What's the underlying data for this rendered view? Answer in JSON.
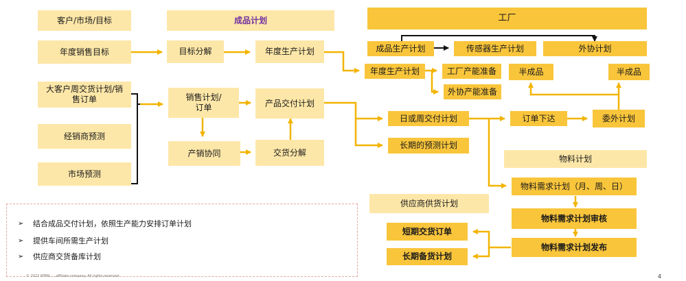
{
  "headers": {
    "customer_market": "客户/市场/目标",
    "finished_plan": "成品计划",
    "factory": "工厂",
    "material_plan": "物料计划",
    "supplier_plan": "供应商供货计划"
  },
  "left": {
    "annual_sales_target": "年度销售目标",
    "key_account_weekly": "大客户周交货计划/销售订单",
    "distributor_forecast": "经销商预测",
    "market_forecast": "市场预测"
  },
  "middle": {
    "target_breakdown": "目标分解",
    "annual_production_plan": "年度生产计划",
    "sales_plan_order": "销售计划/订单",
    "product_delivery_plan": "产品交付计划",
    "sop": "产销协同",
    "delivery_breakdown": "交货分解"
  },
  "factory": {
    "finished_production_plan": "成品生产计划",
    "sensor_production_plan": "传感器生产计划",
    "outsourcing_plan": "外协计划",
    "annual_production_plan": "年度生产计划",
    "factory_capacity_prep": "工厂产能准备",
    "outsourcing_capacity_prep": "外协产能准备",
    "semi_finished_left": "半成品",
    "semi_finished_right": "半成品",
    "daily_weekly_delivery": "日或周交付计划",
    "long_term_forecast": "长期的预测计划",
    "order_release": "订单下达",
    "outsourced_plan": "委外计划"
  },
  "material": {
    "mrp": "物料需求计划（月、周、日）",
    "mrp_review": "物料需求计划审核",
    "mrp_release": "物料需求计划发布",
    "short_term_order": "短期交货订单",
    "long_term_stock": "长期备货计划"
  },
  "notes": [
    "结合成品交付计划，依照生产能力安排订单计划",
    "提供车间所需生产计划",
    "供应商交货备库计划"
  ],
  "note_marker": "➢",
  "footer": "© 2022 KPMG ... affiliate company. All rights reserved.",
  "page_number": "4"
}
